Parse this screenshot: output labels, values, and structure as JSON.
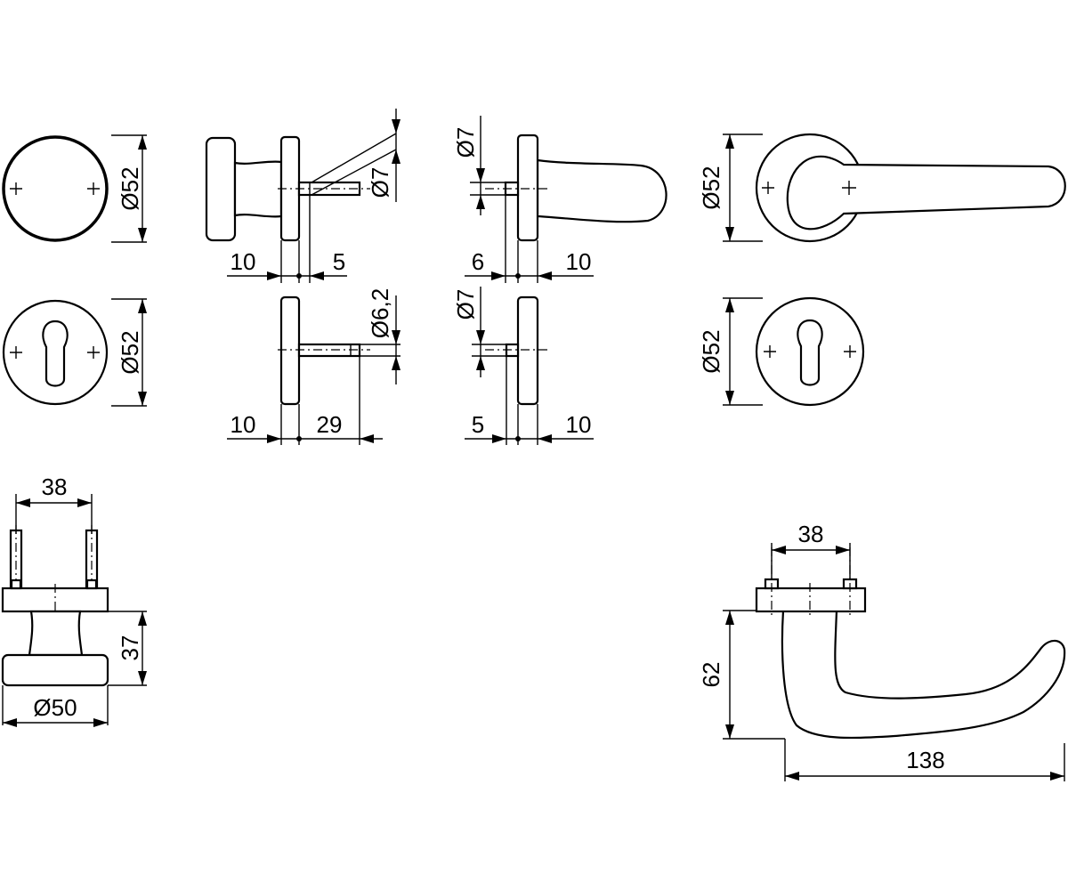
{
  "colors": {
    "line": "#000000",
    "paper": "#ffffff"
  },
  "dims": {
    "rose_knob_dia": "Ø52",
    "knob_pin_dia": "Ø7",
    "knob_left_offset": "10",
    "knob_right_offset": "5",
    "lever_pin_dia": "Ø7",
    "lever_left_offset": "6",
    "lever_right_offset": "10",
    "rose_lever_dia": "Ø52",
    "escutcheon_left_dia": "Ø52",
    "pin_dia_62": "Ø6,2",
    "escutcheon_left_offset": "10",
    "escutcheon_pin_length": "29",
    "escutcheon_lever_pin_dia": "Ø7",
    "escutcheon_lever_left_offset": "5",
    "escutcheon_lever_right_offset": "10",
    "escutcheon_right_dia": "Ø52",
    "knob_side_spacing": "38",
    "knob_side_height": "37",
    "knob_side_dia": "Ø50",
    "lever_top_spacing": "38",
    "lever_height": "62",
    "lever_length": "138"
  }
}
